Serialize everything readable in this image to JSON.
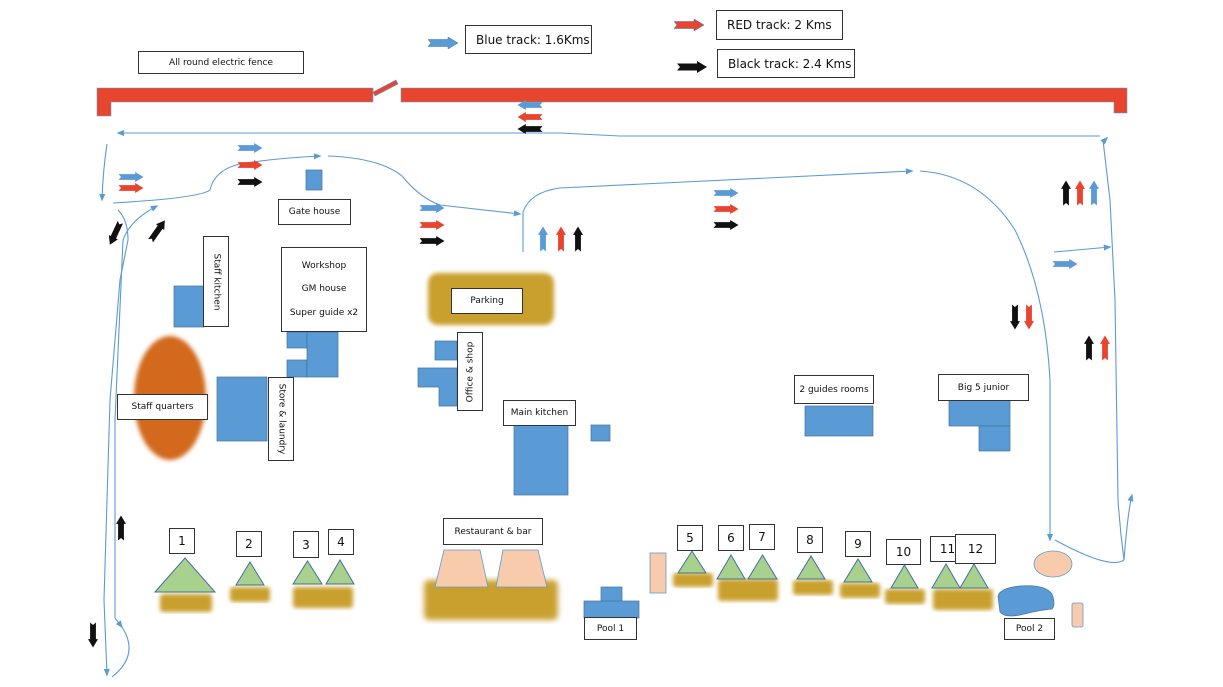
{
  "map_title": "Lodge site plan",
  "legend": {
    "fence": "All round electric fence",
    "blue": "Blue track: 1.6Kms",
    "red": "RED track: 2 Kms",
    "black": "Black track: 2.4 Kms"
  },
  "colors": {
    "fence": "#e8452f",
    "blue_track": "#5b9bd5",
    "red_track": "#e8452f",
    "black_track": "#111111",
    "building": "#5b9bd5",
    "tent": "#a9d18e",
    "deck": "#c9a02e",
    "staff_quarters": "#d2691e",
    "restaurant": "#f8cbad"
  },
  "buildings": {
    "gate_house": "Gate house",
    "staff_kitchen": "Staff kitchen",
    "workshop": [
      "Workshop",
      "GM house",
      "Super guide x2"
    ],
    "parking": "Parking",
    "staff_quarters": "Staff quarters",
    "store_laundry": "Store & laundry",
    "office_shop": "Office & shop",
    "main_kitchen": "Main kitchen",
    "guides_rooms": "2 guides rooms",
    "big5_junior": "Big 5 junior",
    "restaurant_bar": "Restaurant & bar",
    "pool1": "Pool 1",
    "pool2": "Pool 2"
  },
  "units": [
    "1",
    "2",
    "3",
    "4",
    "5",
    "6",
    "7",
    "8",
    "9",
    "10",
    "11",
    "12"
  ]
}
